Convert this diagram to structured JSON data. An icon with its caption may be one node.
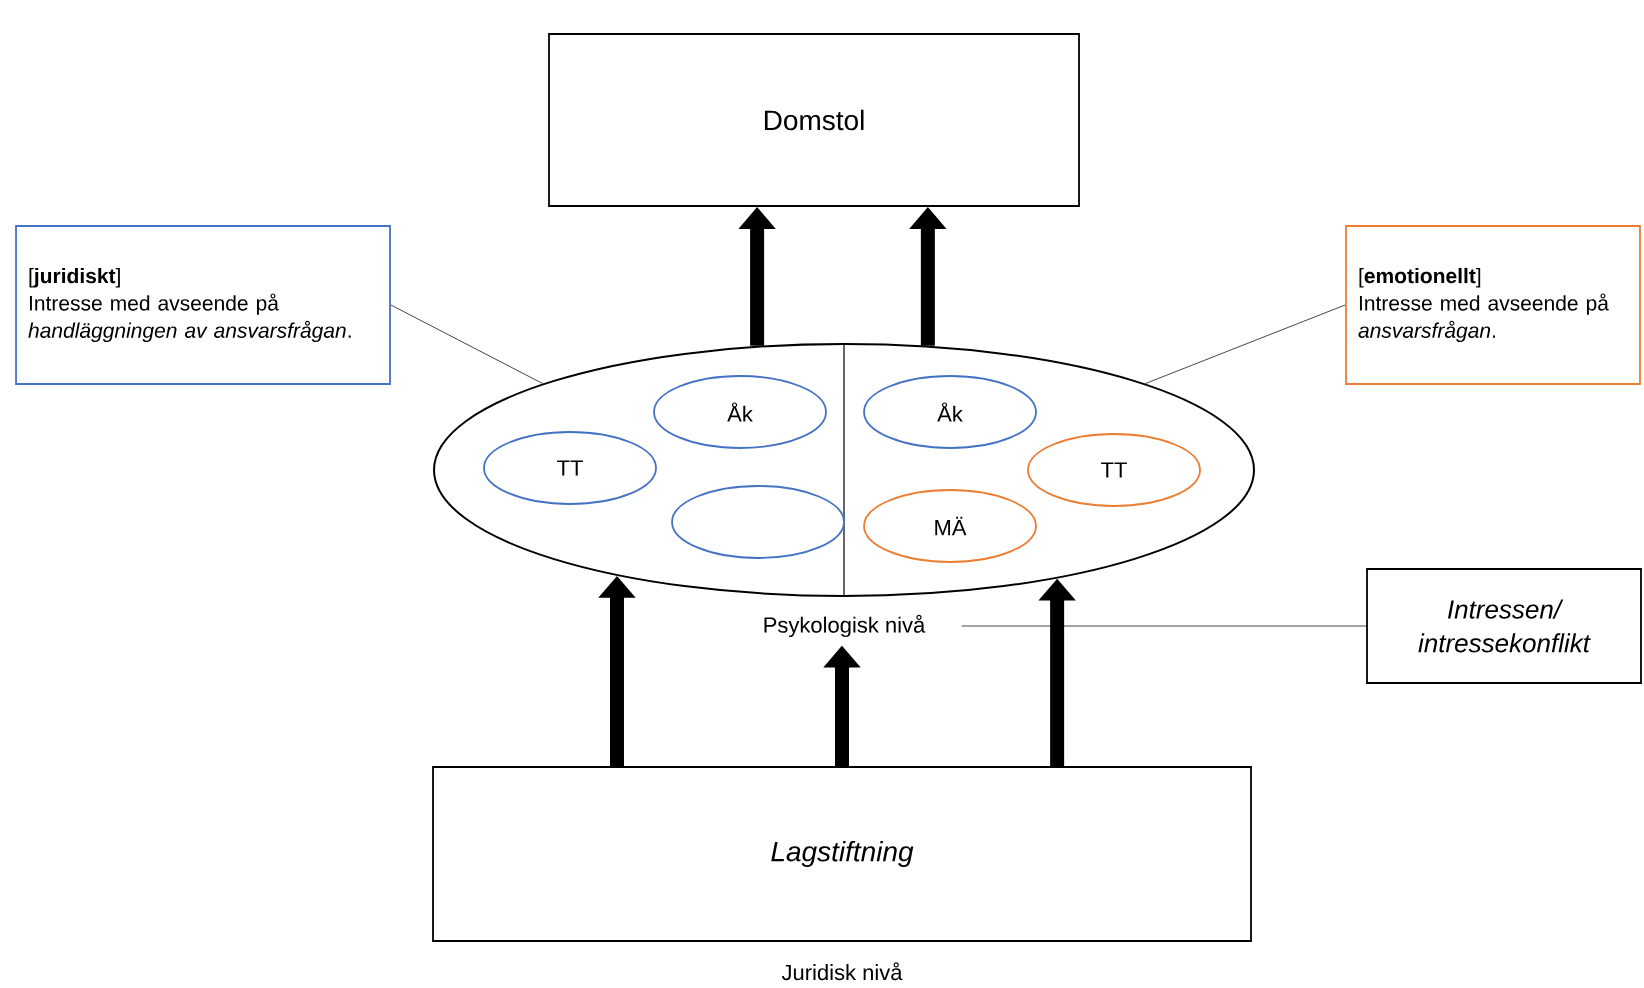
{
  "diagram": {
    "nodes": [
      {
        "text": [
          "Domstol"
        ]
      },
      {
        "text": [
          "[**juridiskt**]",
          "Intresse med avseende på *handläggningen av ansvarsfrågan*."
        ]
      },
      {
        "text": [
          "[**emotionellt**]",
          "Intresse med avseende på *ansvarsfrågan*."
        ]
      },
      {
        "text": [],
        "shape": "ellipse"
      },
      {
        "text": [
          "TT"
        ],
        "in": 3
      },
      {
        "text": [
          "Åk"
        ],
        "in": 3
      },
      {
        "text": [],
        "shape": "ellipse",
        "in": 3
      },
      {
        "text": [
          "Åk"
        ],
        "in": 3
      },
      {
        "text": [
          "MÄ"
        ],
        "in": 3
      },
      {
        "text": [
          "TT"
        ],
        "in": 3
      },
      {
        "text": [
          "Psykologisk nivå"
        ]
      },
      {
        "text": [
          "Intressen/ intressekonflikt"
        ]
      },
      {
        "text": [
          "Lagstiftning"
        ],
        "beside": [
          "Juridisk nivå"
        ]
      }
    ],
    "edges": [
      {
        "from": 1,
        "to": 3,
        "arrow": "none"
      },
      {
        "from": 2,
        "to": 3,
        "arrow": "none"
      },
      {
        "from": 10,
        "to": 11,
        "arrow": "none"
      },
      {
        "from": 3,
        "to": 0,
        "arrow": "to"
      },
      {
        "from": 3,
        "to": 0,
        "arrow": "to"
      },
      {
        "from": 12,
        "to": 3,
        "arrow": "to"
      },
      {
        "from": 12,
        "to": 10,
        "arrow": "to"
      },
      {
        "from": 12,
        "to": 3,
        "arrow": "to"
      }
    ]
  }
}
